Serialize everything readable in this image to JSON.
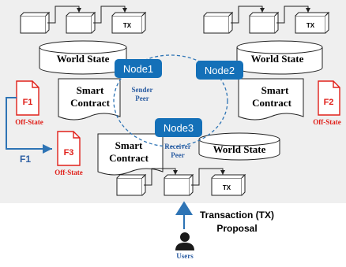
{
  "nodes": {
    "node1": "Node1",
    "node2": "Node2",
    "node3": "Node3"
  },
  "world_state_label": "World State",
  "smart_contract_label": [
    "Smart",
    "Contract"
  ],
  "tx_label": "TX",
  "files": {
    "f1": "F1",
    "f2": "F2",
    "f3": "F3",
    "off_state": "Off-State"
  },
  "peers": {
    "sender": [
      "Sender",
      "Peer"
    ],
    "receiver": [
      "Receiver",
      "Peer"
    ]
  },
  "arrow_label": "F1",
  "transaction": [
    "Transaction (TX)",
    "Proposal"
  ],
  "users_label": "Users",
  "colors": {
    "node_fill": "#1470b8",
    "panel": "#efefef",
    "file_red": "#e0201a",
    "link_blue": "#2e74b5",
    "text_blue": "#2e5fa3",
    "user_dark": "#1a1a1a"
  }
}
